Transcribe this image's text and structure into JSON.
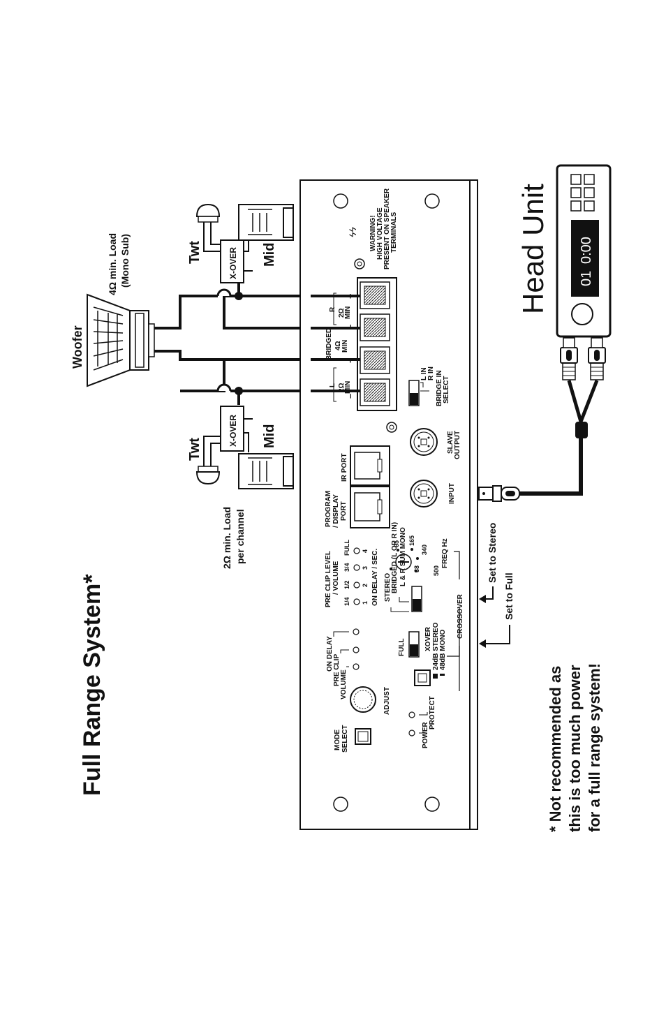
{
  "title": "Full Range System*",
  "footnote": [
    "* Not recommended as",
    "this is too much power",
    "for a full range system!"
  ],
  "head_unit": {
    "label": "Head Unit",
    "display_track": "01",
    "display_time": "0:00"
  },
  "callouts": {
    "set_to_stereo": "Set to Stereo",
    "set_to_full": "Set to Full"
  },
  "speakers": {
    "woofer": "Woofer",
    "woofer_load": [
      "4Ω min. Load",
      "(Mono Sub)"
    ],
    "channel_load": [
      "2Ω min. Load",
      "per channel"
    ],
    "twt_right": "Twt",
    "mid_right": "Mid",
    "xover_right": "X-OVER",
    "twt_left": "Twt",
    "mid_left": "Mid",
    "xover_left": "X-OVER"
  },
  "amp": {
    "mode_select": [
      "MODE",
      "SELECT"
    ],
    "power": "POWER",
    "protect": "PROTECT",
    "adjust": "ADJUST",
    "volume": "VOLUME",
    "pre_clip": "PRE CLIP",
    "on_delay": "ON DELAY",
    "xover_switch": {
      "full": "FULL",
      "xover": "XOVER"
    },
    "slope": {
      "stereo_24": "24dB STEREO",
      "mono_48": "48dB MONO"
    },
    "crossover": "CROSSOVER",
    "pre_clip_level": [
      "PRE CLIP LEVEL",
      "/ VOLUME"
    ],
    "level_marks": [
      "1/4",
      "1/2",
      "3/4",
      "FULL"
    ],
    "delay_marks": [
      "1",
      "2",
      "3",
      "4"
    ],
    "on_delay_sec": "ON DELAY / SEC.",
    "mode_options": [
      "STEREO",
      "BRIDGED (L OR R IN)",
      "L & R SUM MONO"
    ],
    "freq_marks": [
      "38",
      "65",
      "165",
      "340",
      "500"
    ],
    "freq_label": "FREQ Hz",
    "program_port": [
      "PROGRAM",
      "/ DISPLAY",
      "PORT"
    ],
    "ir_port": "IR PORT",
    "input": "INPUT",
    "slave_output": [
      "SLAVE",
      "OUTPUT"
    ],
    "bridge_options": [
      "L IN",
      "R IN"
    ],
    "bridge_select": [
      "BRIDGE IN",
      "SELECT"
    ],
    "terminal_left": [
      "L",
      "2Ω",
      "MIN"
    ],
    "terminal_bridged": [
      "BRIDGED",
      "4Ω",
      "MIN"
    ],
    "terminal_right": [
      "R",
      "2Ω",
      "MIN"
    ],
    "terminal_signs": [
      "–",
      "+",
      "–",
      "+"
    ],
    "warning": [
      "WARNING!",
      "HIGH VOLTAGE",
      "PRESENT ON SPEAKER",
      "TERMINALS"
    ]
  }
}
